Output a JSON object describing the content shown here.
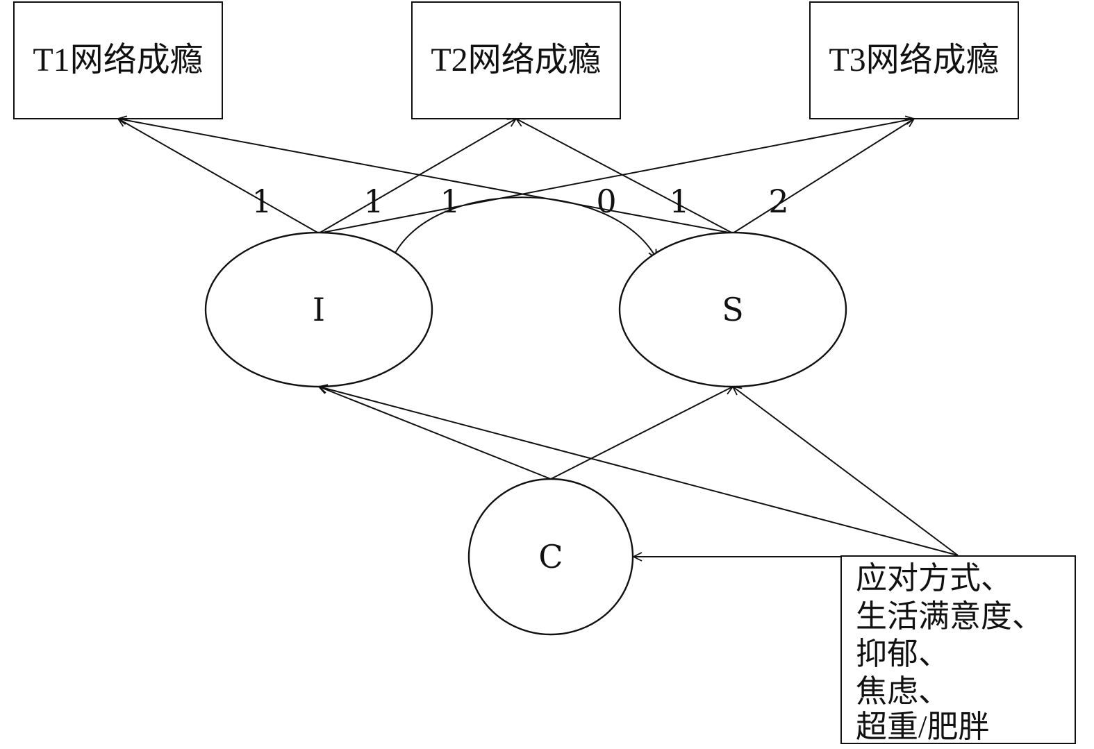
{
  "diagram": {
    "boxes": {
      "t1": "T1网络成瘾",
      "t2": "T2网络成瘾",
      "t3": "T3网络成瘾"
    },
    "latent_factors": {
      "intercept": "I",
      "slope": "S",
      "class": "C"
    },
    "loadings": {
      "i_t1": "1",
      "i_t2": "1",
      "i_t3": "1",
      "s_t1": "0",
      "s_t2": "1",
      "s_t3": "2"
    },
    "predictors": {
      "lines": [
        "应对方式、",
        "生活满意度、",
        "抑郁、",
        "焦虑、",
        "超重/肥胖"
      ]
    }
  }
}
